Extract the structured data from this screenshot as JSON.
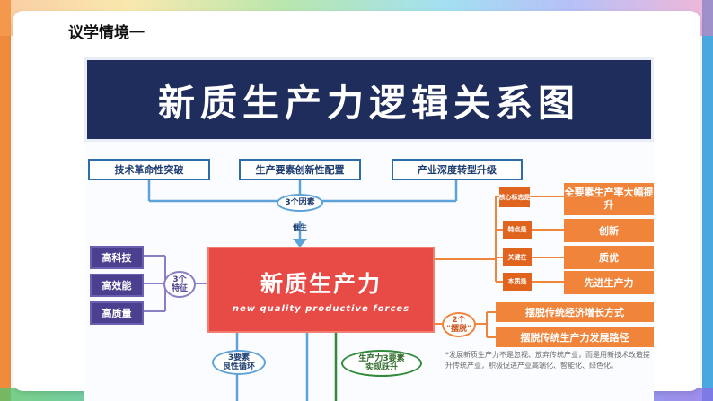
{
  "slide": {
    "heading": "议学情境一"
  },
  "figure": {
    "title": "新质生产力逻辑关系图",
    "top_factors": [
      "技术革命性突破",
      "生产要素创新性配置",
      "产业深度转型升级"
    ],
    "factors_oval": "3个因素",
    "generates_label": "催生",
    "center": {
      "zh": "新质生产力",
      "en": "new quality productive forces"
    },
    "left_features": [
      "高科技",
      "高效能",
      "高质量"
    ],
    "features_oval": {
      "line1": "3个",
      "line2": "特征"
    },
    "right_items": [
      {
        "tag": "核心标志是",
        "label": "全要素生产率大幅提升"
      },
      {
        "tag": "特点是",
        "label": "创新"
      },
      {
        "tag": "关键在",
        "label": "质优"
      },
      {
        "tag": "本质是",
        "label": "先进生产力"
      }
    ],
    "break_oval": {
      "line1": "2个",
      "line2": "\"摆脱\""
    },
    "break_items": [
      "摆脱传统经济增长方式",
      "摆脱传统生产力发展路径"
    ],
    "bottom_left_oval": {
      "line1": "3要素",
      "line2": "良性循环"
    },
    "bottom_right_oval": {
      "line1": "生产力3要素",
      "line2": "实现跃升"
    },
    "note": "*发展新质生产力不是忽视、放弃传统产业，而是用新技术改造提升传统产业，积极促进产业高端化、智能化、绿色化。"
  },
  "colors": {
    "banner_navy": "#1f2d5c",
    "core_red": "#e84a45",
    "feature_purple": "#4b3f8f",
    "accent_orange": "#f0843a",
    "link_blue": "#2e6ca8",
    "loop_green": "#2f8a3a"
  }
}
